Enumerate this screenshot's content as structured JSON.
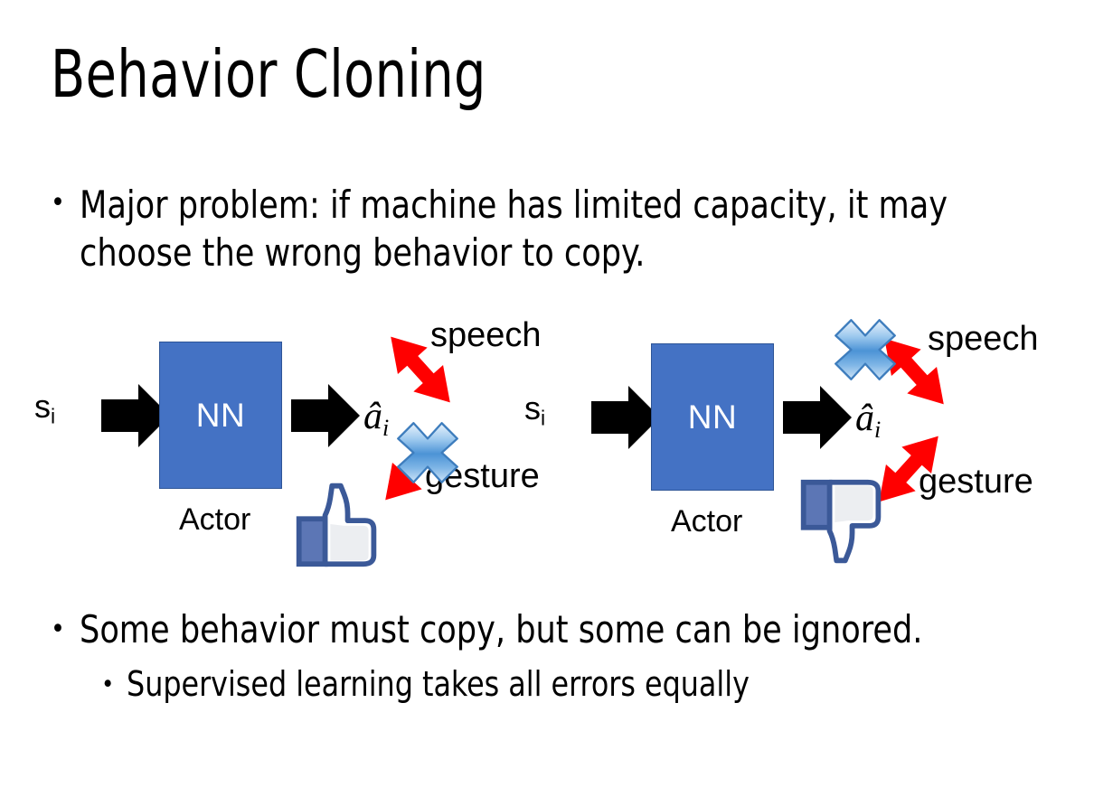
{
  "slide": {
    "title": "Behavior Cloning",
    "background_color": "#FFFFFF",
    "text_color": "#000000"
  },
  "bullets": [
    {
      "marker": "•",
      "text": "Major problem: if machine has limited capacity, it may choose the wrong behavior to copy.",
      "level": 1
    },
    {
      "marker": "•",
      "text": "Some behavior must copy, but some can be ignored.",
      "level": 1
    },
    {
      "marker": "•",
      "text": "Supervised learning takes all errors equally",
      "level": 2
    }
  ],
  "diagrams": [
    {
      "id": "left",
      "state_label": "s",
      "state_subscript": "i",
      "network_label": "NN",
      "network_caption": "Actor",
      "action_label": "â",
      "action_subscript": "i",
      "branches": [
        {
          "label": "speech",
          "crossed_out": false
        },
        {
          "label": "gesture",
          "crossed_out": true
        }
      ],
      "feedback": "thumbs-up",
      "colors": {
        "network_fill": "#4472C4",
        "network_border": "#2E5597",
        "network_text": "#FFFFFF",
        "arrow": "#000000",
        "branch_arrow": "#FF0000",
        "cross": "#4A90D9",
        "feedback": "#3B5998"
      }
    },
    {
      "id": "right",
      "state_label": "s",
      "state_subscript": "i",
      "network_label": "NN",
      "network_caption": "Actor",
      "action_label": "â",
      "action_subscript": "i",
      "branches": [
        {
          "label": "speech",
          "crossed_out": true
        },
        {
          "label": "gesture",
          "crossed_out": false
        }
      ],
      "feedback": "thumbs-down",
      "colors": {
        "network_fill": "#4472C4",
        "network_border": "#2E5597",
        "network_text": "#FFFFFF",
        "arrow": "#000000",
        "branch_arrow": "#FF0000",
        "cross": "#4A90D9",
        "feedback": "#3B5998"
      }
    }
  ]
}
